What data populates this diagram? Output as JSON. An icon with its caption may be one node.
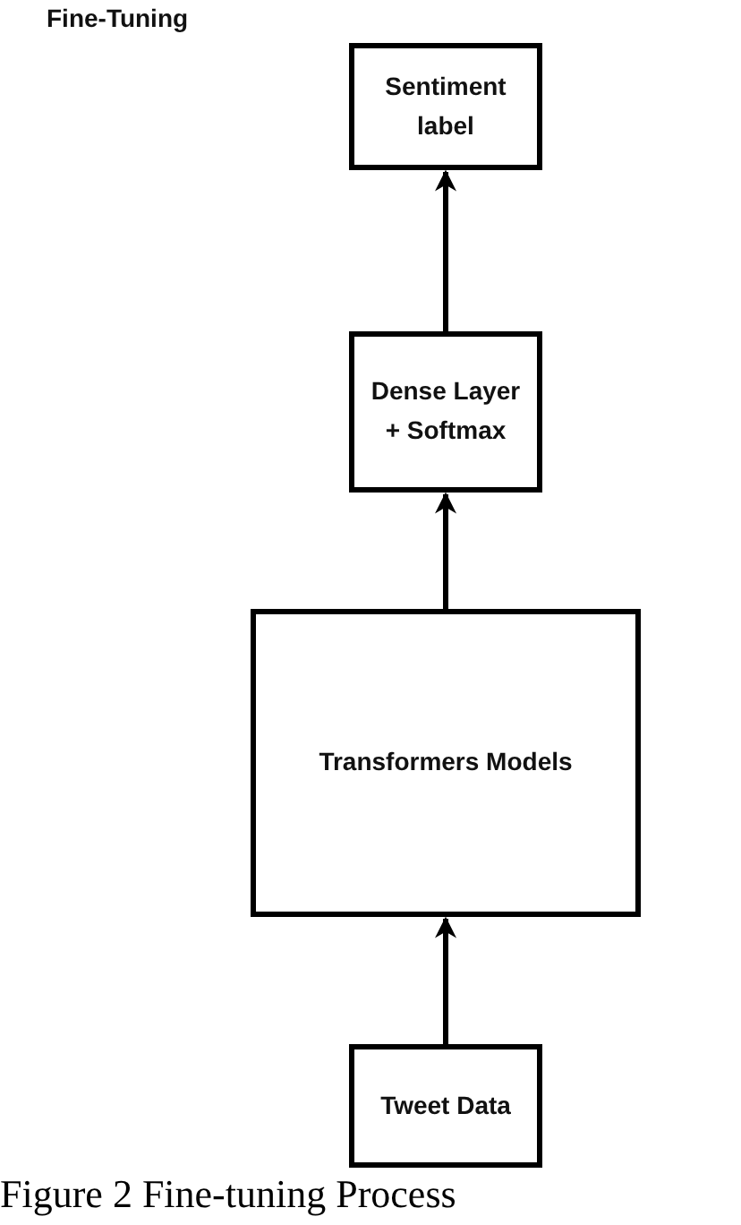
{
  "diagram": {
    "title": "Fine-Tuning",
    "caption": "Figure 2 Fine-tuning Process",
    "nodes": [
      {
        "text": [
          "Sentiment label"
        ]
      },
      {
        "text": [
          "Dense Layer + Softmax"
        ]
      },
      {
        "text": [
          "Transformers Models"
        ]
      },
      {
        "text": [
          "Tweet Data"
        ]
      }
    ],
    "edges": [
      {
        "from": 3,
        "to": 2,
        "arrow": "to"
      },
      {
        "from": 2,
        "to": 1,
        "arrow": "to"
      },
      {
        "from": 1,
        "to": 0,
        "arrow": "to"
      }
    ]
  }
}
